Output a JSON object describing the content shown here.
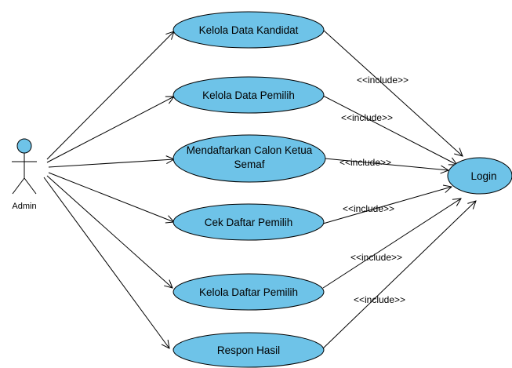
{
  "actor": {
    "name": "Admin"
  },
  "login": {
    "label": "Login"
  },
  "use_cases": [
    {
      "id": "kelola-data-kandidat",
      "lines": [
        "Kelola Data Kandidat"
      ]
    },
    {
      "id": "kelola-data-pemilih",
      "lines": [
        "Kelola Data Pemilih"
      ]
    },
    {
      "id": "mendaftarkan-calon-ketua-semaf",
      "lines": [
        "Mendaftarkan Calon Ketua",
        "Semaf"
      ]
    },
    {
      "id": "cek-daftar-pemilih",
      "lines": [
        "Cek Daftar Pemilih"
      ]
    },
    {
      "id": "kelola-daftar-pemilih",
      "lines": [
        "Kelola Daftar Pemilih"
      ]
    },
    {
      "id": "respon-hasil",
      "lines": [
        "Respon Hasil"
      ]
    }
  ],
  "include_label": "<<include>>",
  "colors": {
    "use_case_fill": "#6ec3e8",
    "stroke": "#000000"
  }
}
